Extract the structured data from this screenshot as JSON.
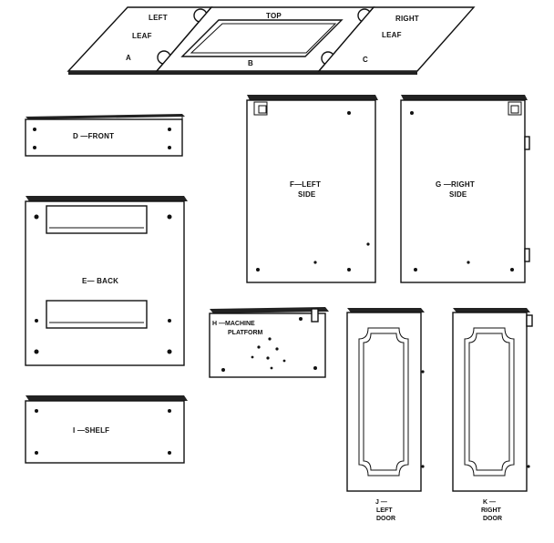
{
  "top_assembly": {
    "left_leaf": {
      "line1": "LEFT",
      "line2": "LEAF",
      "letter": "A"
    },
    "top": {
      "label": "TOP",
      "letter": "B"
    },
    "right_leaf": {
      "line1": "RIGHT",
      "line2": "LEAF",
      "letter": "C"
    }
  },
  "parts": {
    "front": "D —FRONT",
    "back": "E— BACK",
    "left_side": {
      "line1": "F—LEFT",
      "line2": "SIDE"
    },
    "right_side": {
      "line1": "G —RIGHT",
      "line2": "SIDE"
    },
    "machine_platform": {
      "line1": "H —MACHINE",
      "line2": "PLATFORM"
    },
    "shelf": "I —SHELF",
    "left_door": {
      "line1": "J —",
      "line2": "LEFT",
      "line3": "DOOR"
    },
    "right_door": {
      "line1": "K —",
      "line2": "RIGHT",
      "line3": "DOOR"
    }
  }
}
